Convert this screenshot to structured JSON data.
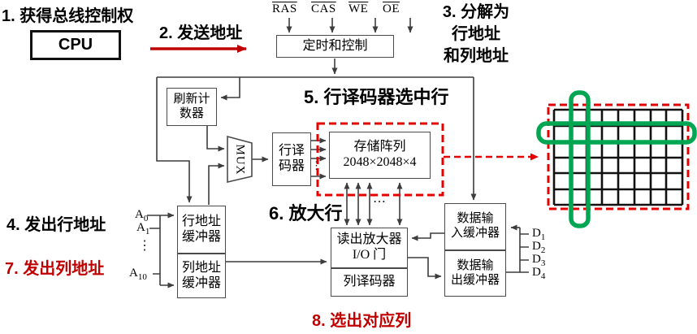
{
  "colors": {
    "annotation_red": "#c00000",
    "dashed_red": "#e50000",
    "highlight_green": "#00a651",
    "wire": "#3d3d3d"
  },
  "steps": {
    "s1": "1. 获得总线控制权",
    "s2": "2. 发送地址",
    "s3_line1": "3. 分解为",
    "s3_line2": "行地址",
    "s3_line3": "和列地址",
    "s4": "4. 发出行地址",
    "s5": "5. 行译码器选中行",
    "s6": "6. 放大行",
    "s7": "7. 发出列地址",
    "s8": "8. 选出对应列"
  },
  "blocks": {
    "cpu": "CPU",
    "timing_control": "定时和控制",
    "refresh_counter_line1": "刷新计",
    "refresh_counter_line2": "数器",
    "mux": "MUX",
    "row_decoder_line1": "行译",
    "row_decoder_line2": "码器",
    "memory_array_name": "存储阵列",
    "memory_array_size": "2048×2048×4",
    "sense_amp_line1": "读出放大器",
    "sense_amp_line2": "I/O 门",
    "column_decoder": "列译码器",
    "row_addr_buffer_line1": "行地址",
    "row_addr_buffer_line2": "缓冲器",
    "col_addr_buffer_line1": "列地址",
    "col_addr_buffer_line2": "缓冲器",
    "data_in_buffer_line1": "数据输",
    "data_in_buffer_line2": "入缓冲器",
    "data_out_buffer_line1": "数据输",
    "data_out_buffer_line2": "出缓冲器"
  },
  "control_signals": [
    {
      "label": "RAS"
    },
    {
      "label": "CAS"
    },
    {
      "label": "WE"
    },
    {
      "label": "OE"
    }
  ],
  "address_pins": [
    {
      "base": "A",
      "sub": "0"
    },
    {
      "base": "A",
      "sub": "1"
    },
    {
      "base": "A",
      "sub": "10"
    }
  ],
  "data_pins": [
    {
      "base": "D",
      "sub": "1"
    },
    {
      "base": "D",
      "sub": "2"
    },
    {
      "base": "D",
      "sub": "3"
    },
    {
      "base": "D",
      "sub": "4"
    }
  ],
  "dots": {
    "vertical": "⋮",
    "horizontal": "⋯"
  }
}
